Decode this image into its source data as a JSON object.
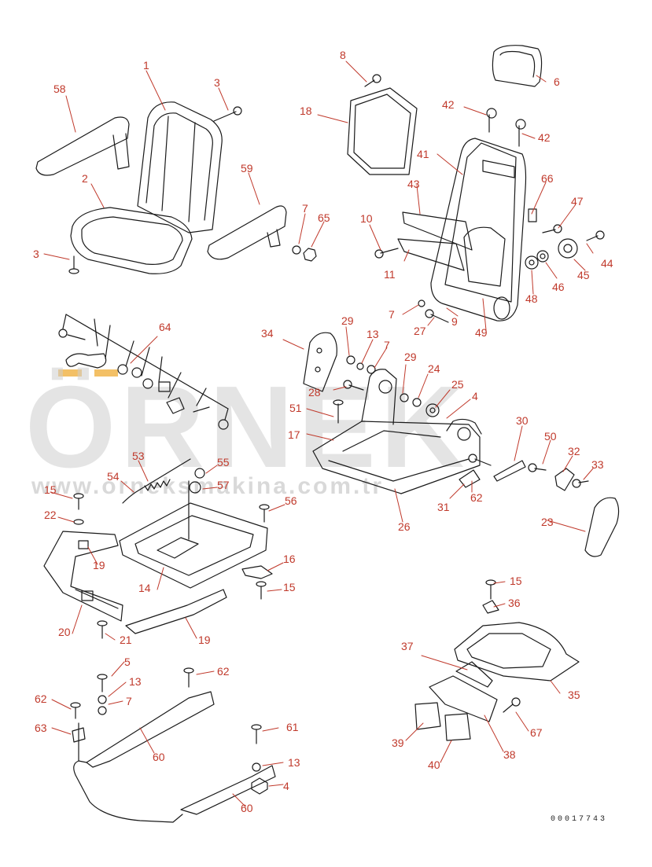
{
  "watermark": {
    "brand": "ÖRNEK",
    "url": "www.orneksmakina.com.tr"
  },
  "document_number": "00017743",
  "colors": {
    "callout": "#c0392b",
    "line": "#1a1a1a",
    "watermark": "#cfcfcf",
    "accent_orange": "#f0b040"
  },
  "callouts": {
    "c1": "1",
    "c2": "2",
    "c3a": "3",
    "c3b": "3",
    "c58": "58",
    "c59": "59",
    "c7a": "7",
    "c65": "65",
    "c8": "8",
    "c18": "18",
    "c6": "6",
    "c42a": "42",
    "c42b": "42",
    "c41": "41",
    "c43": "43",
    "c66": "66",
    "c47": "47",
    "c10": "10",
    "c11": "11",
    "c44": "44",
    "c45": "45",
    "c46": "46",
    "c48": "48",
    "c7b": "7",
    "c27": "27",
    "c9": "9",
    "c49": "49",
    "c64": "64",
    "c34": "34",
    "c29a": "29",
    "c13a": "13",
    "c7c": "7",
    "c29b": "29",
    "c24": "24",
    "c25": "25",
    "c28": "28",
    "c4a": "4",
    "c51": "51",
    "c17": "17",
    "c30": "30",
    "c50": "50",
    "c32": "32",
    "c33": "33",
    "c53": "53",
    "c55": "55",
    "c54": "54",
    "c57": "57",
    "c15a": "15",
    "c56": "56",
    "c22": "22",
    "c31": "31",
    "c62a": "62",
    "c26": "26",
    "c23": "23",
    "c19a": "19",
    "c14": "14",
    "c16": "16",
    "c15b": "15",
    "c20": "20",
    "c21": "21",
    "c19b": "19",
    "c15c": "15",
    "c36": "36",
    "c37": "37",
    "c35": "35",
    "c5": "5",
    "c13b": "13",
    "c62b": "62",
    "c62c": "62",
    "c7d": "7",
    "c63": "63",
    "c61": "61",
    "c60a": "60",
    "c13c": "13",
    "c4b": "4",
    "c60b": "60",
    "c67": "67",
    "c39": "39",
    "c38": "38",
    "c40": "40"
  }
}
